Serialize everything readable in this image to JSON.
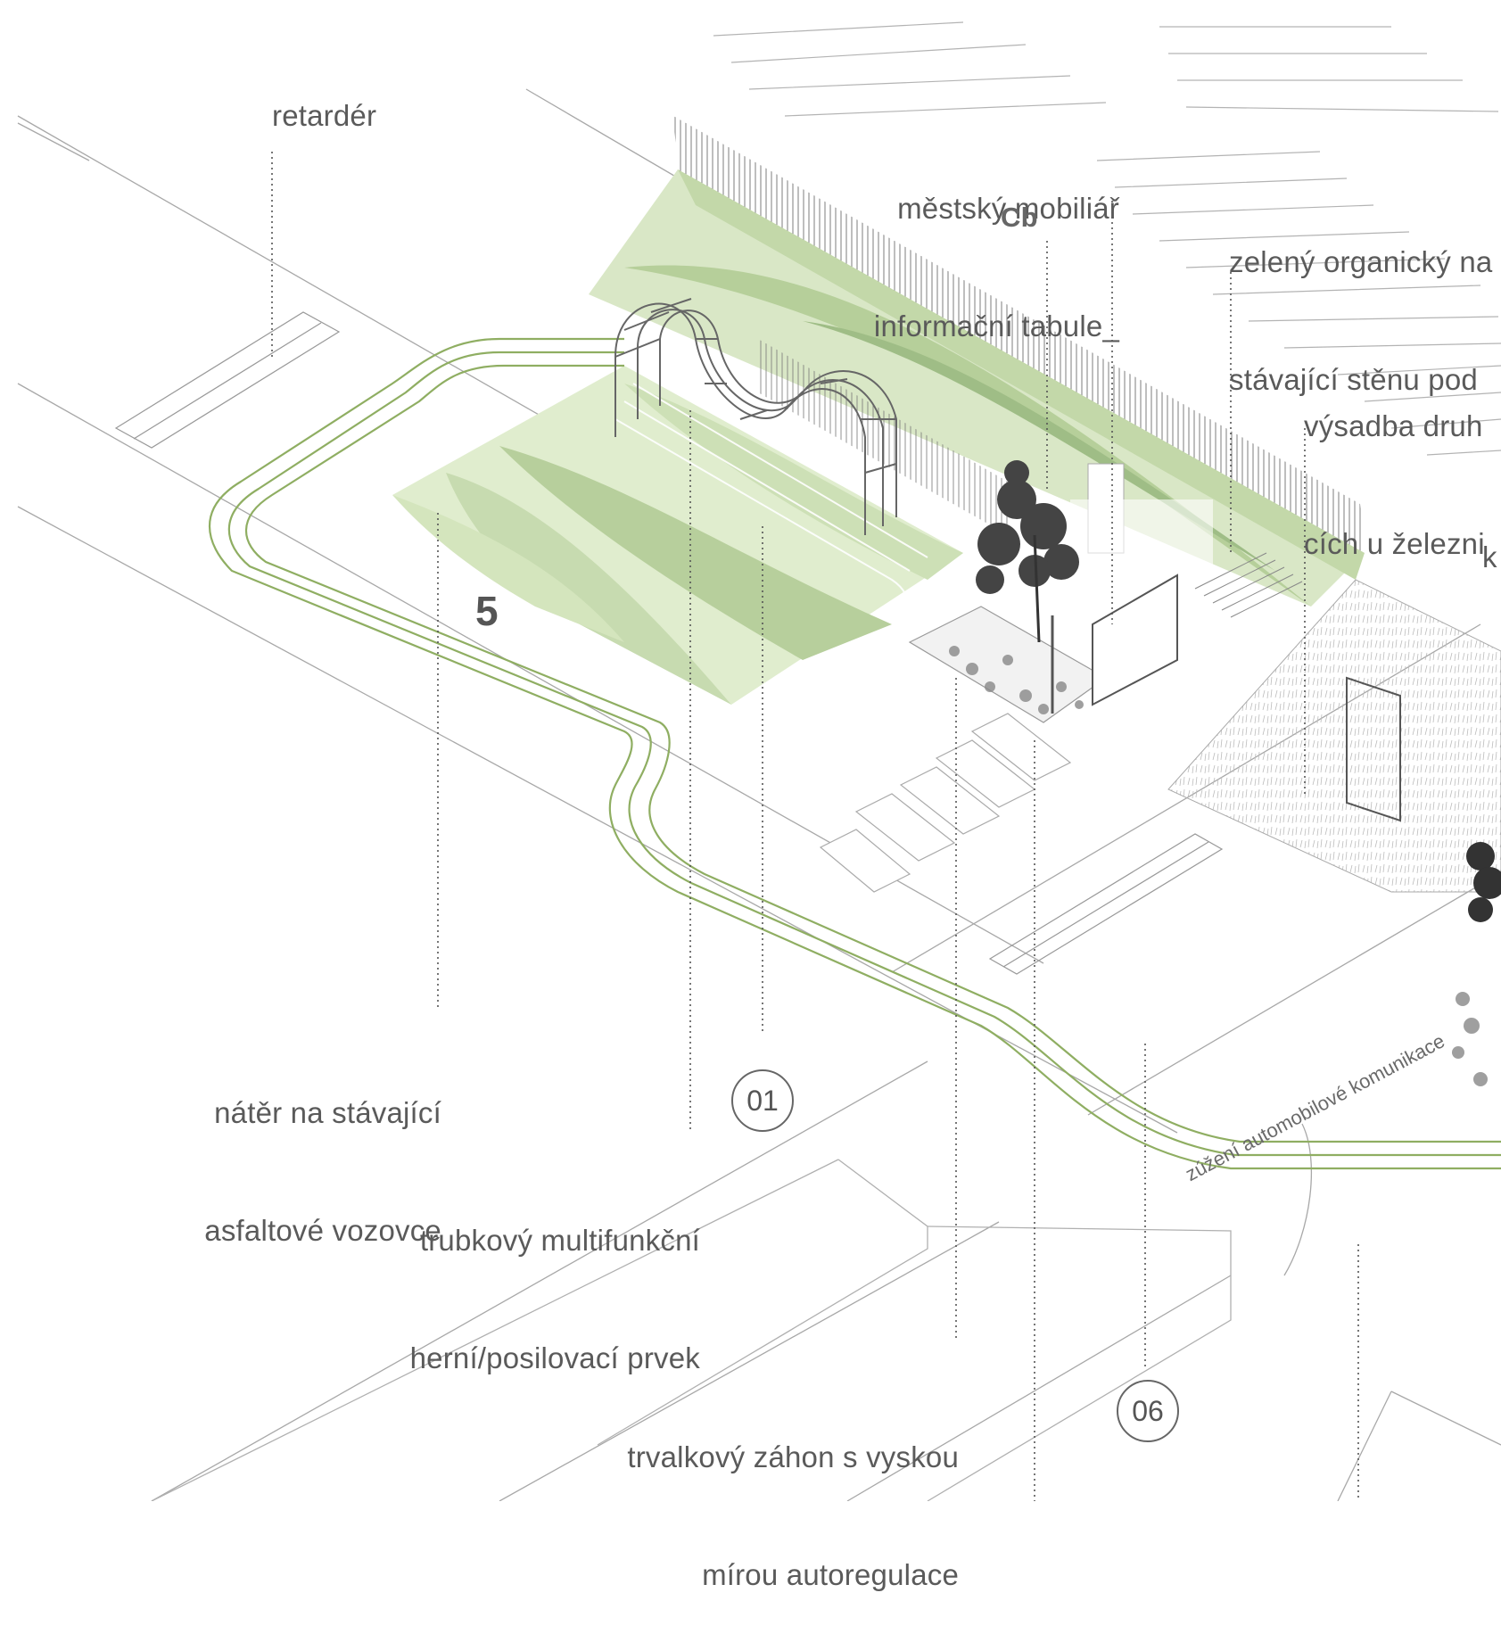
{
  "labels": {
    "retarder": "retardér",
    "mobiliar_line1": "městský mobiliář",
    "mobiliar_line2": "informační tabule_",
    "mobiliar_code": "Cb",
    "zeleny_line1": "zelený organický na",
    "zeleny_line2": "stávající stěnu pod",
    "vysadba_line1": "výsadba druh",
    "vysadba_line2": "cích u železni",
    "k_label": "k",
    "zone_number": "5",
    "nater_line1": "nátěr na stávající",
    "nater_line2": "asfaltové vozovce",
    "trubkovy_line1": "trubkový multifunkční",
    "trubkovy_line2": "herní/posilovací prvek",
    "trvalkovy_line1": "trvalkový záhon s vyskou",
    "trvalkovy_line2": "mírou autoregulace",
    "zuzeni": "zúžení automobilové komunikace",
    "marker_01": "01",
    "marker_06": "06"
  },
  "colors": {
    "green_light": "#dbe8c8",
    "green_mid": "#b9d19c",
    "green_dark": "#9cb985",
    "green_line": "#8fae62",
    "line_gray": "#9a9a9a",
    "text_gray": "#5a5a5a"
  }
}
